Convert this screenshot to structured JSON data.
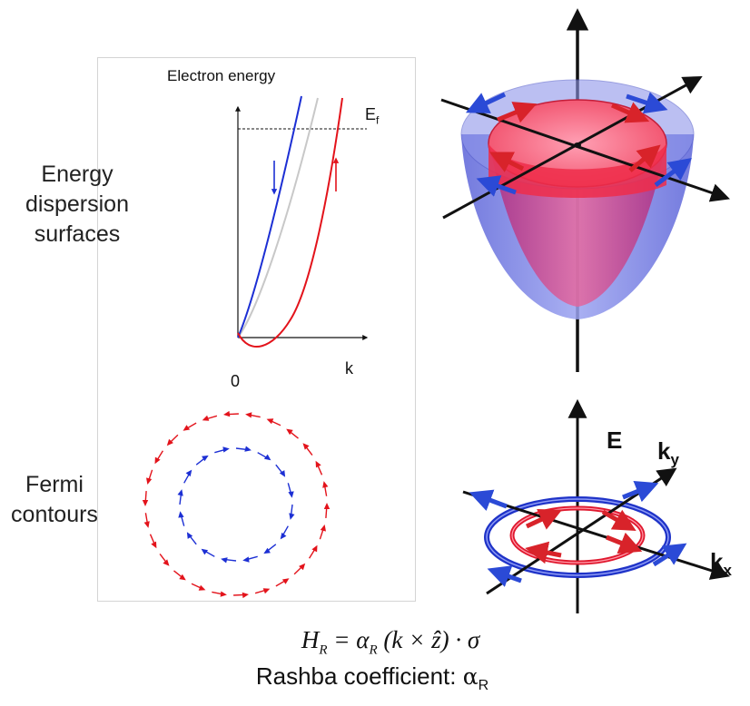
{
  "left_panel": {
    "title": "Electron energy",
    "fermi_label": "E",
    "fermi_sub": "f",
    "origin_label": "0",
    "k_label": "k",
    "spin_down_arrow": "↓",
    "spin_up_arrow": "↑"
  },
  "labels": {
    "energy_line1": "Energy",
    "energy_line2": "dispersion",
    "energy_line3": "surfaces",
    "fermi_line1": "Fermi",
    "fermi_line2": "contours"
  },
  "axes3d": {
    "e_label": "E",
    "ky_label": "k",
    "ky_sub": "y",
    "kx_label": "k",
    "kx_sub": "x"
  },
  "formula": {
    "h": "H",
    "h_sub": "R",
    "alpha": "α",
    "alpha_sub": "R",
    "rest": "(k × ẑ) · σ"
  },
  "coefficient": {
    "text": "Rashba coefficient: ",
    "symbol": "α",
    "symbol_sub": "R"
  },
  "colors": {
    "spin_up": "#e3131b",
    "spin_down": "#1c2fd4",
    "degenerate": "#c8c8c8",
    "cone_outer": "#6f78e0",
    "cone_inner": "#e8326e"
  }
}
